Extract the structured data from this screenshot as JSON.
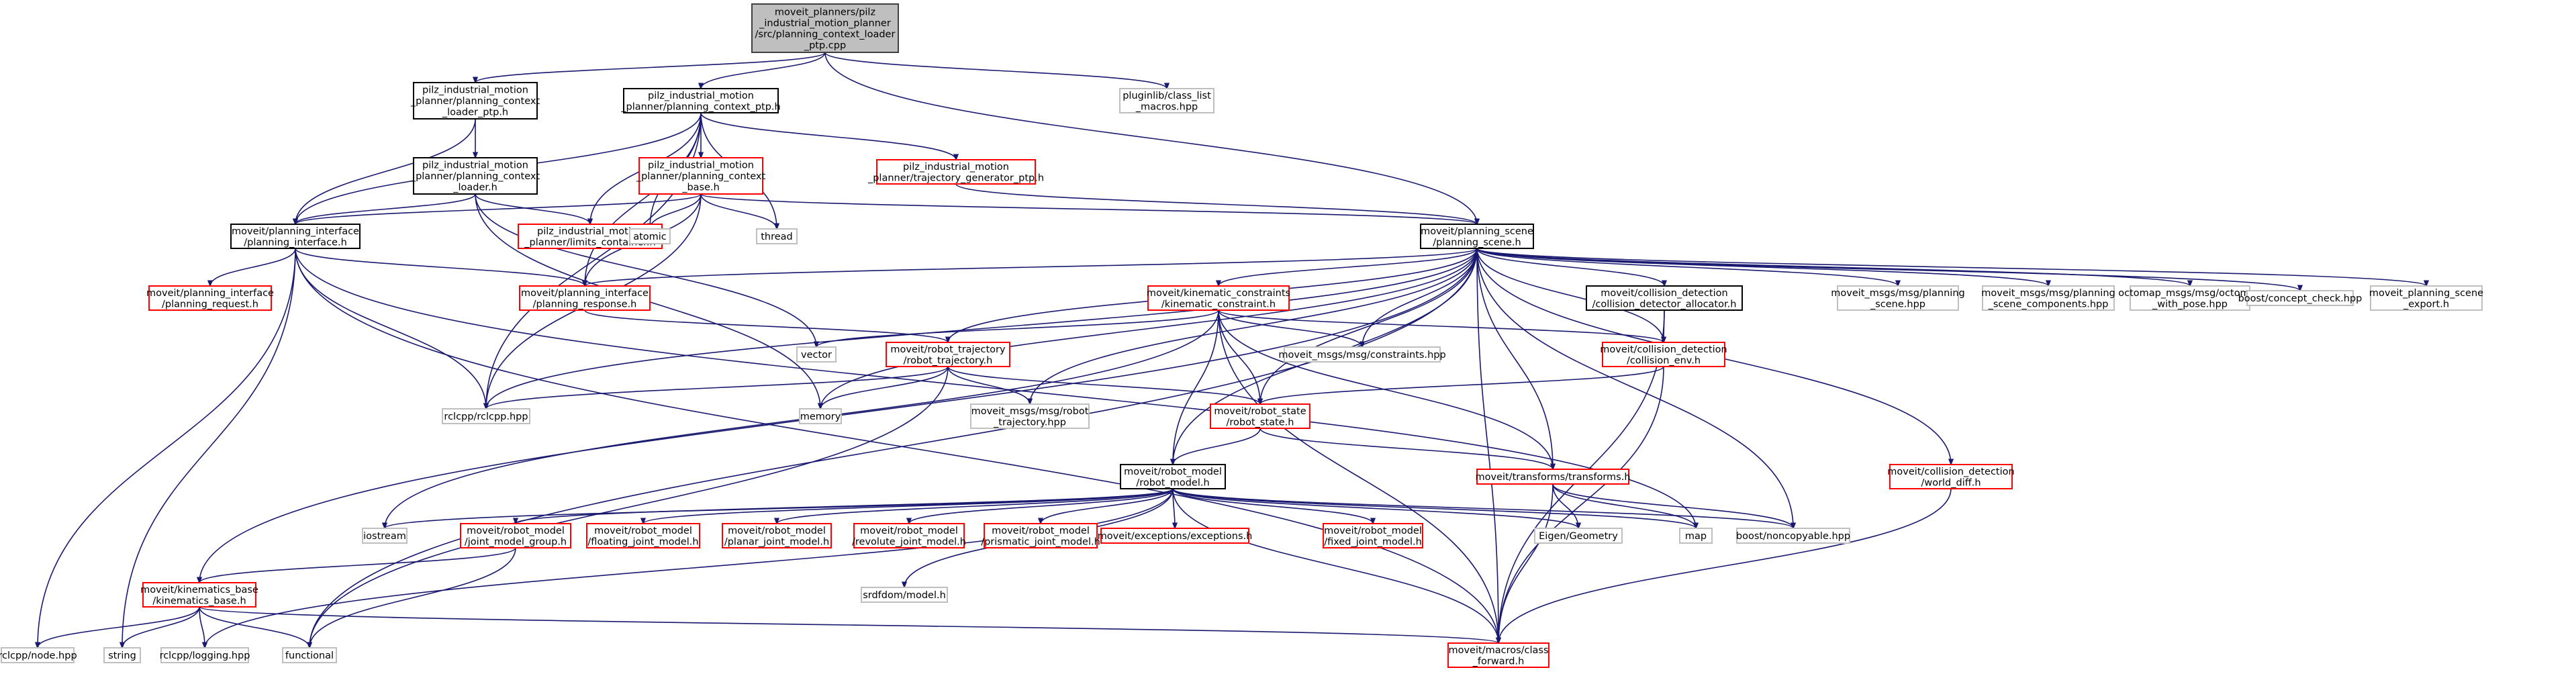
{
  "diagram": {
    "type": "include-dependency-graph",
    "colors": {
      "edge": "#191970",
      "root_fill": "#bfbfbf",
      "root_border": "#404040",
      "documented_border": "#000000",
      "undocumented_border": "#ff0000",
      "system_border": "#bfbfbf",
      "node_fill": "#ffffff",
      "text": "#000000"
    },
    "nodes": [
      {
        "id": "root",
        "kind": "root",
        "lines": [
          "moveit_planners/pilz",
          "_industrial_motion_planner",
          "/src/planning_context_loader",
          "_ptp.cpp"
        ]
      },
      {
        "id": "loader_ptp_h",
        "kind": "documented",
        "lines": [
          "pilz_industrial_motion",
          "_planner/planning_context",
          "_loader_ptp.h"
        ]
      },
      {
        "id": "context_ptp_h",
        "kind": "documented",
        "lines": [
          "pilz_industrial_motion",
          "_planner/planning_context_ptp.h"
        ]
      },
      {
        "id": "class_list_macros",
        "kind": "system",
        "lines": [
          "pluginlib/class_list",
          "_macros.hpp"
        ]
      },
      {
        "id": "loader_h",
        "kind": "documented",
        "lines": [
          "pilz_industrial_motion",
          "_planner/planning_context",
          "_loader.h"
        ]
      },
      {
        "id": "context_base_h",
        "kind": "undocumented",
        "lines": [
          "pilz_industrial_motion",
          "_planner/planning_context",
          "_base.h"
        ]
      },
      {
        "id": "traj_gen_ptp_h",
        "kind": "undocumented",
        "lines": [
          "pilz_industrial_motion",
          "_planner/trajectory_generator_ptp.h"
        ]
      },
      {
        "id": "planning_interface_h",
        "kind": "documented",
        "lines": [
          "moveit/planning_interface",
          "/planning_interface.h"
        ]
      },
      {
        "id": "limits_container_h",
        "kind": "undocumented",
        "lines": [
          "pilz_industrial_motion",
          "_planner/limits_container.h"
        ]
      },
      {
        "id": "atomic",
        "kind": "system",
        "lines": [
          "atomic"
        ]
      },
      {
        "id": "thread",
        "kind": "system",
        "lines": [
          "thread"
        ]
      },
      {
        "id": "planning_scene_h",
        "kind": "documented",
        "lines": [
          "moveit/planning_scene",
          "/planning_scene.h"
        ]
      },
      {
        "id": "planning_request_h",
        "kind": "undocumented",
        "lines": [
          "moveit/planning_interface",
          "/planning_request.h"
        ]
      },
      {
        "id": "planning_response_h",
        "kind": "undocumented",
        "lines": [
          "moveit/planning_interface",
          "/planning_response.h"
        ]
      },
      {
        "id": "kinematic_constraint_h",
        "kind": "undocumented",
        "lines": [
          "moveit/kinematic_constraints",
          "/kinematic_constraint.h"
        ]
      },
      {
        "id": "cd_allocator_h",
        "kind": "documented",
        "lines": [
          "moveit/collision_detection",
          "/collision_detector_allocator.h"
        ]
      },
      {
        "id": "msg_planning_scene",
        "kind": "system",
        "lines": [
          "moveit_msgs/msg/planning",
          "_scene.hpp"
        ]
      },
      {
        "id": "msg_ps_components",
        "kind": "system",
        "lines": [
          "moveit_msgs/msg/planning",
          "_scene_components.hpp"
        ]
      },
      {
        "id": "octomap_with_pose",
        "kind": "system",
        "lines": [
          "octomap_msgs/msg/octomap",
          "_with_pose.hpp"
        ]
      },
      {
        "id": "concept_check",
        "kind": "system",
        "lines": [
          "boost/concept_check.hpp"
        ]
      },
      {
        "id": "ps_export",
        "kind": "system",
        "lines": [
          "moveit_planning_scene",
          "_export.h"
        ]
      },
      {
        "id": "vector",
        "kind": "system",
        "lines": [
          "vector"
        ]
      },
      {
        "id": "robot_trajectory_h",
        "kind": "undocumented",
        "lines": [
          "moveit/robot_trajectory",
          "/robot_trajectory.h"
        ]
      },
      {
        "id": "msg_constraints",
        "kind": "system",
        "lines": [
          "moveit_msgs/msg/constraints.hpp"
        ]
      },
      {
        "id": "collision_env_h",
        "kind": "undocumented",
        "lines": [
          "moveit/collision_detection",
          "/collision_env.h"
        ]
      },
      {
        "id": "rclcpp_hpp",
        "kind": "system",
        "lines": [
          "rclcpp/rclcpp.hpp"
        ]
      },
      {
        "id": "memory",
        "kind": "system",
        "lines": [
          "memory"
        ]
      },
      {
        "id": "msg_robot_trajectory",
        "kind": "system",
        "lines": [
          "moveit_msgs/msg/robot",
          "_trajectory.hpp"
        ]
      },
      {
        "id": "robot_state_h",
        "kind": "undocumented",
        "lines": [
          "moveit/robot_state",
          "/robot_state.h"
        ]
      },
      {
        "id": "robot_model_h",
        "kind": "documented",
        "lines": [
          "moveit/robot_model",
          "/robot_model.h"
        ]
      },
      {
        "id": "transforms_h",
        "kind": "undocumented",
        "lines": [
          "moveit/transforms/transforms.h"
        ]
      },
      {
        "id": "world_diff_h",
        "kind": "undocumented",
        "lines": [
          "moveit/collision_detection",
          "/world_diff.h"
        ]
      },
      {
        "id": "iostream",
        "kind": "system",
        "lines": [
          "iostream"
        ]
      },
      {
        "id": "joint_model_group_h",
        "kind": "undocumented",
        "lines": [
          "moveit/robot_model",
          "/joint_model_group.h"
        ]
      },
      {
        "id": "floating_joint_model_h",
        "kind": "undocumented",
        "lines": [
          "moveit/robot_model",
          "/floating_joint_model.h"
        ]
      },
      {
        "id": "planar_joint_model_h",
        "kind": "undocumented",
        "lines": [
          "moveit/robot_model",
          "/planar_joint_model.h"
        ]
      },
      {
        "id": "revolute_joint_model_h",
        "kind": "undocumented",
        "lines": [
          "moveit/robot_model",
          "/revolute_joint_model.h"
        ]
      },
      {
        "id": "prismatic_joint_model_h",
        "kind": "undocumented",
        "lines": [
          "moveit/robot_model",
          "/prismatic_joint_model.h"
        ]
      },
      {
        "id": "exceptions_h",
        "kind": "undocumented",
        "lines": [
          "moveit/exceptions/exceptions.h"
        ]
      },
      {
        "id": "fixed_joint_model_h",
        "kind": "undocumented",
        "lines": [
          "moveit/robot_model",
          "/fixed_joint_model.h"
        ]
      },
      {
        "id": "eigen_geometry",
        "kind": "system",
        "lines": [
          "Eigen/Geometry"
        ]
      },
      {
        "id": "map",
        "kind": "system",
        "lines": [
          "map"
        ]
      },
      {
        "id": "noncopyable",
        "kind": "system",
        "lines": [
          "boost/noncopyable.hpp"
        ]
      },
      {
        "id": "kinematics_base_h",
        "kind": "undocumented",
        "lines": [
          "moveit/kinematics_base",
          "/kinematics_base.h"
        ]
      },
      {
        "id": "srdfdom_model",
        "kind": "system",
        "lines": [
          "srdfdom/model.h"
        ]
      },
      {
        "id": "rclcpp_node",
        "kind": "system",
        "lines": [
          "rclcpp/node.hpp"
        ]
      },
      {
        "id": "string",
        "kind": "system",
        "lines": [
          "string"
        ]
      },
      {
        "id": "rclcpp_logging",
        "kind": "system",
        "lines": [
          "rclcpp/logging.hpp"
        ]
      },
      {
        "id": "functional",
        "kind": "system",
        "lines": [
          "functional"
        ]
      },
      {
        "id": "class_forward_h",
        "kind": "undocumented",
        "lines": [
          "moveit/macros/class",
          "_forward.h"
        ]
      }
    ],
    "edges": [
      [
        "root",
        "loader_ptp_h"
      ],
      [
        "root",
        "context_ptp_h"
      ],
      [
        "root",
        "class_list_macros"
      ],
      [
        "root",
        "planning_scene_h"
      ],
      [
        "loader_ptp_h",
        "loader_h"
      ],
      [
        "loader_ptp_h",
        "planning_interface_h"
      ],
      [
        "context_ptp_h",
        "planning_interface_h"
      ],
      [
        "context_ptp_h",
        "context_base_h"
      ],
      [
        "context_ptp_h",
        "traj_gen_ptp_h"
      ],
      [
        "context_ptp_h",
        "limits_container_h"
      ],
      [
        "context_ptp_h",
        "atomic"
      ],
      [
        "context_ptp_h",
        "thread"
      ],
      [
        "context_ptp_h",
        "planning_response_h"
      ],
      [
        "context_ptp_h",
        "rclcpp_hpp"
      ],
      [
        "loader_h",
        "planning_interface_h"
      ],
      [
        "loader_h",
        "limits_container_h"
      ],
      [
        "loader_h",
        "memory"
      ],
      [
        "loader_h",
        "vector"
      ],
      [
        "context_base_h",
        "planning_interface_h"
      ],
      [
        "context_base_h",
        "atomic"
      ],
      [
        "context_base_h",
        "thread"
      ],
      [
        "context_base_h",
        "planning_scene_h"
      ],
      [
        "context_base_h",
        "planning_response_h"
      ],
      [
        "context_base_h",
        "rclcpp_hpp"
      ],
      [
        "traj_gen_ptp_h",
        "planning_scene_h"
      ],
      [
        "planning_interface_h",
        "planning_request_h"
      ],
      [
        "planning_interface_h",
        "planning_response_h"
      ],
      [
        "planning_interface_h",
        "rclcpp_hpp"
      ],
      [
        "planning_interface_h",
        "rclcpp_node"
      ],
      [
        "planning_interface_h",
        "string"
      ],
      [
        "planning_interface_h",
        "class_forward_h"
      ],
      [
        "planning_interface_h",
        "map"
      ],
      [
        "planning_response_h",
        "robot_trajectory_h"
      ],
      [
        "planning_scene_h",
        "planning_response_h"
      ],
      [
        "planning_scene_h",
        "kinematic_constraint_h"
      ],
      [
        "planning_scene_h",
        "cd_allocator_h"
      ],
      [
        "planning_scene_h",
        "msg_planning_scene"
      ],
      [
        "planning_scene_h",
        "msg_ps_components"
      ],
      [
        "planning_scene_h",
        "octomap_with_pose"
      ],
      [
        "planning_scene_h",
        "concept_check"
      ],
      [
        "planning_scene_h",
        "ps_export"
      ],
      [
        "planning_scene_h",
        "robot_trajectory_h"
      ],
      [
        "planning_scene_h",
        "msg_constraints"
      ],
      [
        "planning_scene_h",
        "collision_env_h"
      ],
      [
        "planning_scene_h",
        "robot_state_h"
      ],
      [
        "planning_scene_h",
        "robot_model_h"
      ],
      [
        "planning_scene_h",
        "transforms_h"
      ],
      [
        "planning_scene_h",
        "world_diff_h"
      ],
      [
        "planning_scene_h",
        "noncopyable"
      ],
      [
        "planning_scene_h",
        "class_forward_h"
      ],
      [
        "planning_scene_h",
        "memory"
      ],
      [
        "planning_scene_h",
        "rclcpp_hpp"
      ],
      [
        "planning_scene_h",
        "kinematics_base_h"
      ],
      [
        "planning_scene_h",
        "functional"
      ],
      [
        "planning_scene_h",
        "msg_robot_trajectory"
      ],
      [
        "kinematic_constraint_h",
        "vector"
      ],
      [
        "kinematic_constraint_h",
        "msg_constraints"
      ],
      [
        "kinematic_constraint_h",
        "collision_env_h"
      ],
      [
        "kinematic_constraint_h",
        "robot_state_h"
      ],
      [
        "kinematic_constraint_h",
        "robot_model_h"
      ],
      [
        "kinematic_constraint_h",
        "transforms_h"
      ],
      [
        "kinematic_constraint_h",
        "iostream"
      ],
      [
        "kinematic_constraint_h",
        "class_forward_h"
      ],
      [
        "cd_allocator_h",
        "collision_env_h"
      ],
      [
        "cd_allocator_h",
        "class_forward_h"
      ],
      [
        "robot_trajectory_h",
        "rclcpp_hpp"
      ],
      [
        "robot_trajectory_h",
        "memory"
      ],
      [
        "robot_trajectory_h",
        "msg_robot_trajectory"
      ],
      [
        "robot_trajectory_h",
        "robot_state_h"
      ],
      [
        "robot_trajectory_h",
        "functional"
      ],
      [
        "collision_env_h",
        "robot_state_h"
      ],
      [
        "collision_env_h",
        "class_forward_h"
      ],
      [
        "robot_state_h",
        "robot_model_h"
      ],
      [
        "robot_state_h",
        "transforms_h"
      ],
      [
        "robot_model_h",
        "iostream"
      ],
      [
        "robot_model_h",
        "joint_model_group_h"
      ],
      [
        "robot_model_h",
        "floating_joint_model_h"
      ],
      [
        "robot_model_h",
        "planar_joint_model_h"
      ],
      [
        "robot_model_h",
        "revolute_joint_model_h"
      ],
      [
        "robot_model_h",
        "prismatic_joint_model_h"
      ],
      [
        "robot_model_h",
        "exceptions_h"
      ],
      [
        "robot_model_h",
        "fixed_joint_model_h"
      ],
      [
        "robot_model_h",
        "eigen_geometry"
      ],
      [
        "robot_model_h",
        "map"
      ],
      [
        "robot_model_h",
        "srdfdom_model"
      ],
      [
        "robot_model_h",
        "rclcpp_logging"
      ],
      [
        "robot_model_h",
        "class_forward_h"
      ],
      [
        "robot_model_h",
        "noncopyable"
      ],
      [
        "joint_model_group_h",
        "kinematics_base_h"
      ],
      [
        "joint_model_group_h",
        "functional"
      ],
      [
        "transforms_h",
        "eigen_geometry"
      ],
      [
        "transforms_h",
        "map"
      ],
      [
        "transforms_h",
        "noncopyable"
      ],
      [
        "transforms_h",
        "class_forward_h"
      ],
      [
        "world_diff_h",
        "class_forward_h"
      ],
      [
        "kinematics_base_h",
        "rclcpp_node"
      ],
      [
        "kinematics_base_h",
        "string"
      ],
      [
        "kinematics_base_h",
        "rclcpp_logging"
      ],
      [
        "kinematics_base_h",
        "functional"
      ],
      [
        "kinematics_base_h",
        "class_forward_h"
      ]
    ]
  }
}
